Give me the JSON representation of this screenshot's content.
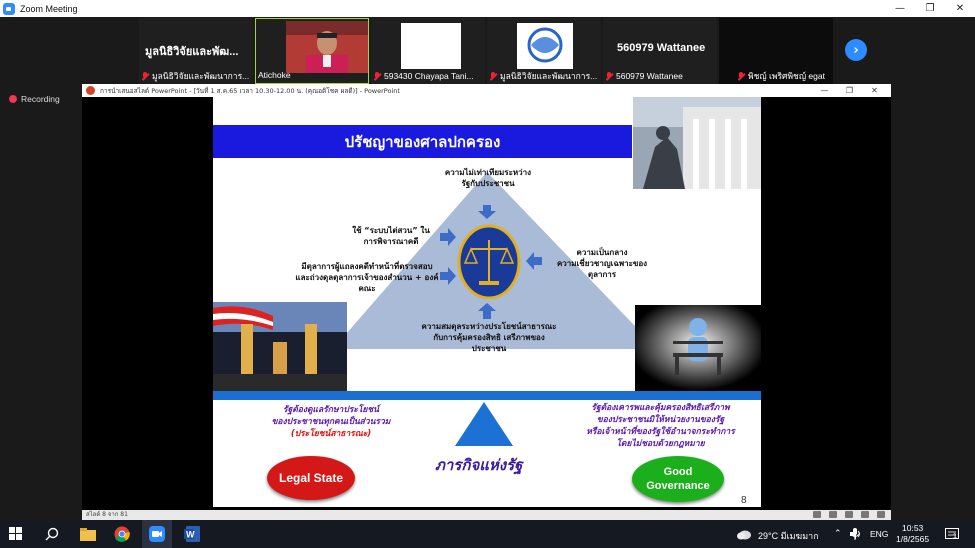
{
  "zoom": {
    "title": "Zoom Meeting",
    "recording_label": "Recording"
  },
  "thumbnails": [
    {
      "big_name": "มูลนิธิวิจัยและพัฒ...",
      "label": "มูลนิธิวิจัยและพัฒนาการ...",
      "muted": true
    },
    {
      "big_name": "",
      "label": "Atichoke",
      "muted": false
    },
    {
      "big_name": "",
      "label": "593430 Chayapa Tani...",
      "muted": true
    },
    {
      "big_name": "",
      "label": "มูลนิธิวิจัยและพัฒนาการ...",
      "muted": true
    },
    {
      "big_name": "560979 Wattanee",
      "label": "560979 Wattanee",
      "muted": true
    },
    {
      "big_name": "",
      "label": "พิชญ์ เพริศพิชญ์ egat",
      "muted": true
    }
  ],
  "ppt": {
    "title": "การนำเสนอสไลด์ PowerPoint - [วันที่ 1 ส.ค.65 เวลา 10.30-12.00 น. (คุณอติโชค ผลดี)] - PowerPoint",
    "status": "สไลด์ 8 จาก 81"
  },
  "slide": {
    "title": "ปรัชญาของศาลปกครอง",
    "top_text": "ความไม่เท่าเทียมระหว่าง\nรัฐกับประชาชน",
    "left1_text": "ใช้ “ระบบไต่สวน” ใน\nการพิจารณาคดี",
    "left2_text": "มีตุลาการผู้แถลงคดีทำหน้าที่ตรวจสอบ\nและถ่วงดุลตุลาการเจ้าของสำนวน + องค์\nคณะ",
    "right_text": "ความเป็นกลาง\nความเชี่ยวชาญเฉพาะของ\nตุลาการ",
    "bottom_text": "ความสมดุลระหว่างประโยชน์สาธารณะ\nกับการคุ้มครองสิทธิ เสรีภาพของ\nประชาชน",
    "left_purple_1": "รัฐต้องดูแลรักษาประโยชน์\nของประชาชนทุกคนเป็นส่วนรวม",
    "left_purple_red": "(ประโยชน์สาธารณะ)",
    "right_purple": "รัฐต้องเคารพและคุ้มครองสิทธิเสรีภาพ\nของประชาชนมิให้หน่วยงานของรัฐ\nหรือเจ้าหน้าที่ของรัฐใช้อำนาจกระทำการ\nโดยไม่ชอบด้วยกฎหมาย",
    "mission": "ภารกิจแห่งรัฐ",
    "legal_state": "Legal State",
    "good_governance": "Good\nGovernance",
    "page_number": "8",
    "colors": {
      "title_bar": "#1a1adf",
      "blue_bar": "#1b6fd0",
      "legal_state": "#d41818",
      "good_governance": "#1bb01b",
      "triangle": "#aabbd8"
    }
  },
  "taskbar": {
    "weather": "29°C มีเมฆมาก",
    "lang": "ENG",
    "time": "10:53",
    "date": "1/8/2565",
    "notifications": "1"
  }
}
